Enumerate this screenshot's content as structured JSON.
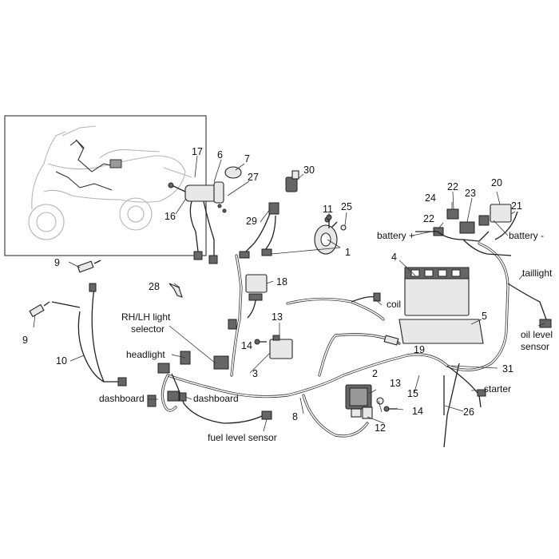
{
  "labels": {
    "battery_plus": "battery +",
    "battery_minus": "battery -",
    "taillight": "taillight",
    "oil_level_sensor": [
      "oil level",
      "sensor"
    ],
    "coil": "coil",
    "starter": "starter",
    "rh_lh_light_selector": [
      "RH/LH light",
      "selector"
    ],
    "headlight": "headlight",
    "dashboard_left": "dashboard",
    "dashboard_right": "dashboard",
    "fuel_level_sensor": "fuel level sensor"
  },
  "part_numbers": {
    "n1": "1",
    "n2": "2",
    "n3": "3",
    "n4": "4",
    "n5": "5",
    "n6": "6",
    "n7": "7",
    "n8": "8",
    "n9a": "9",
    "n9b": "9",
    "n10": "10",
    "n11": "11",
    "n12": "12",
    "n13a": "13",
    "n13b": "13",
    "n14a": "14",
    "n14b": "14",
    "n15": "15",
    "n16": "16",
    "n17": "17",
    "n18": "18",
    "n19": "19",
    "n20": "20",
    "n21": "21",
    "n22a": "22",
    "n22b": "22",
    "n23": "23",
    "n24": "24",
    "n25": "25",
    "n26": "26",
    "n27": "27",
    "n28": "28",
    "n29": "29",
    "n30": "30",
    "n31": "31"
  }
}
